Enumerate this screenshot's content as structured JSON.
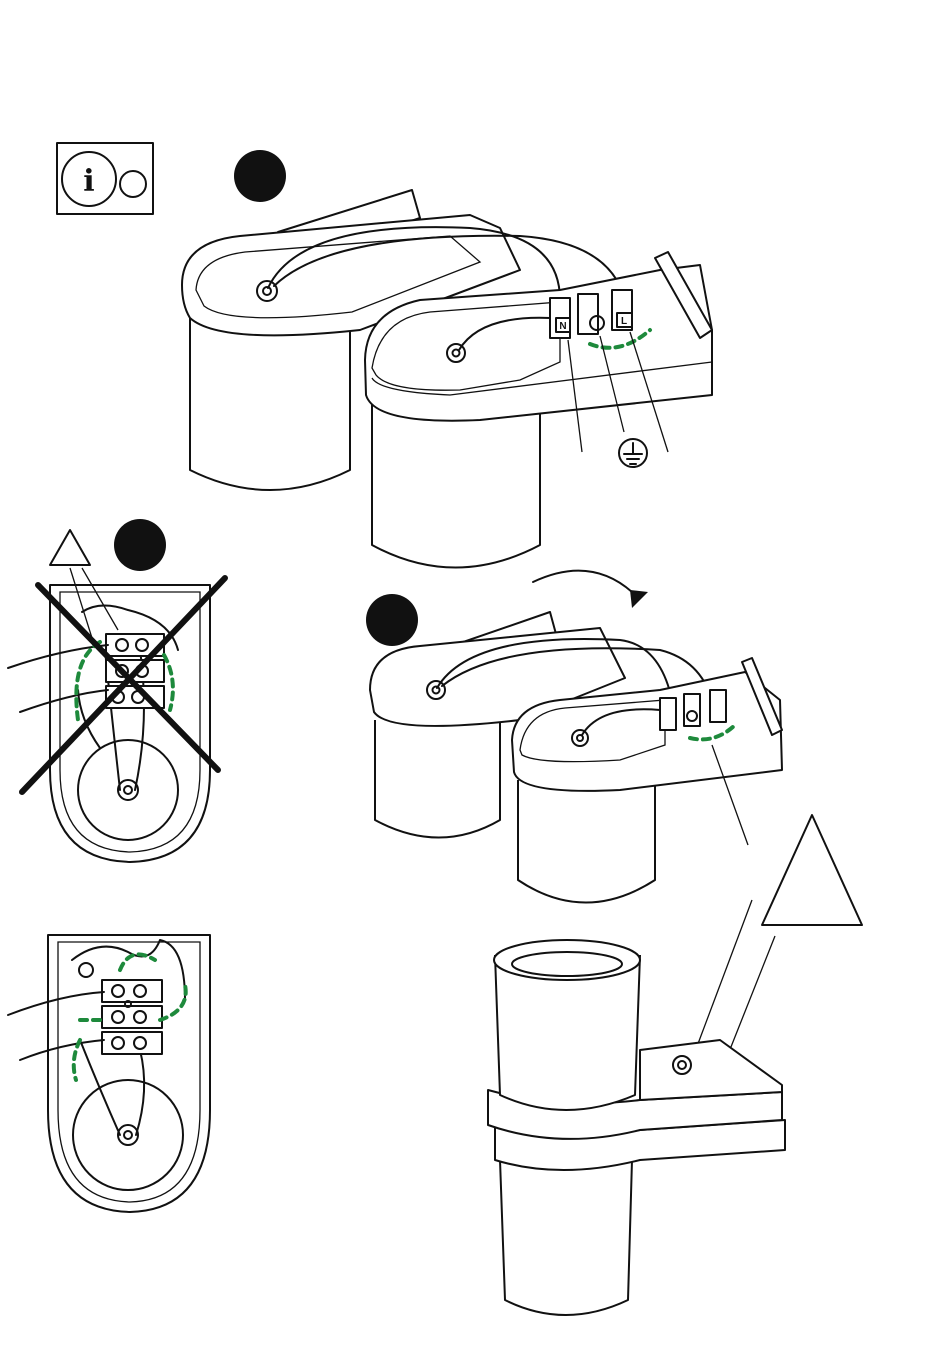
{
  "info_box": {
    "glyph": "i"
  },
  "terminal_labels": {
    "neutral": "N",
    "live": "L"
  },
  "colors": {
    "wire_earth": "#1e8a3c",
    "line": "#111111",
    "step_marker": "#111111"
  },
  "icons": [
    "info-icon",
    "warning-triangle-icon",
    "earth-ground-icon",
    "rotate-arrow-icon",
    "cross-out-mark"
  ]
}
